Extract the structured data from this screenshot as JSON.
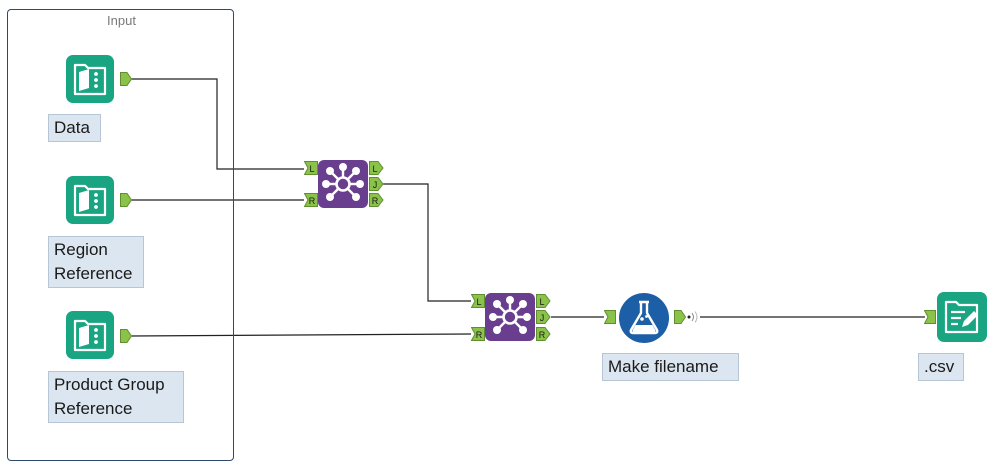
{
  "container": {
    "title": "Input"
  },
  "tools": {
    "input_data": {
      "label": "Data"
    },
    "input_region": {
      "label": "Region\nReference"
    },
    "input_product": {
      "label": "Product Group\nReference"
    },
    "formula": {
      "label": "Make filename"
    },
    "output": {
      "label": ".csv"
    }
  },
  "anchors": {
    "left": "L",
    "right": "R",
    "join": "J"
  },
  "colors": {
    "input_tool": "#1aa582",
    "join_tool": "#6a3e8e",
    "formula_tool": "#1c5fa6",
    "anchor": "#8bc34a",
    "container_border": "#2d4a6e",
    "label_bg": "#dce6f0"
  }
}
